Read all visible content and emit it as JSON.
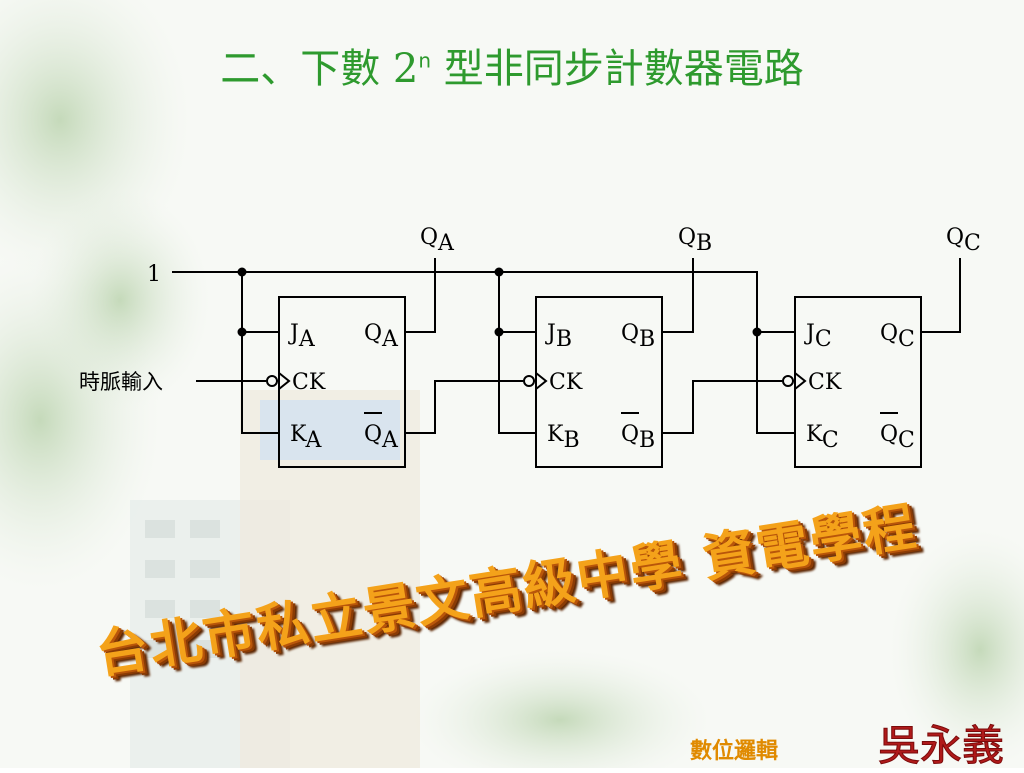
{
  "title": {
    "prefix": "二、下數 ",
    "base": "2",
    "exp": "n",
    "suffix": " 型非同步計數器電路"
  },
  "circuit": {
    "input_one": "1",
    "clock_input": "時脈輸入",
    "flipflops": [
      {
        "j": "J",
        "k": "K",
        "q": "Q",
        "qbar": "Q",
        "ck": "CK",
        "sub": "A"
      },
      {
        "j": "J",
        "k": "K",
        "q": "Q",
        "qbar": "Q",
        "ck": "CK",
        "sub": "B"
      },
      {
        "j": "J",
        "k": "K",
        "q": "Q",
        "qbar": "Q",
        "ck": "CK",
        "sub": "C"
      }
    ],
    "outputs": [
      {
        "name": "Q",
        "sub": "A"
      },
      {
        "name": "Q",
        "sub": "B"
      },
      {
        "name": "Q",
        "sub": "C"
      }
    ]
  },
  "footer": {
    "banner": "台北市私立景文高級中學  資電學程",
    "course": "數位邏輯",
    "author": "吳永義"
  },
  "colors": {
    "title": "#2e9a2e",
    "banner": "#f4a21a",
    "course": "#e08a00",
    "author": "#b01a1a"
  }
}
